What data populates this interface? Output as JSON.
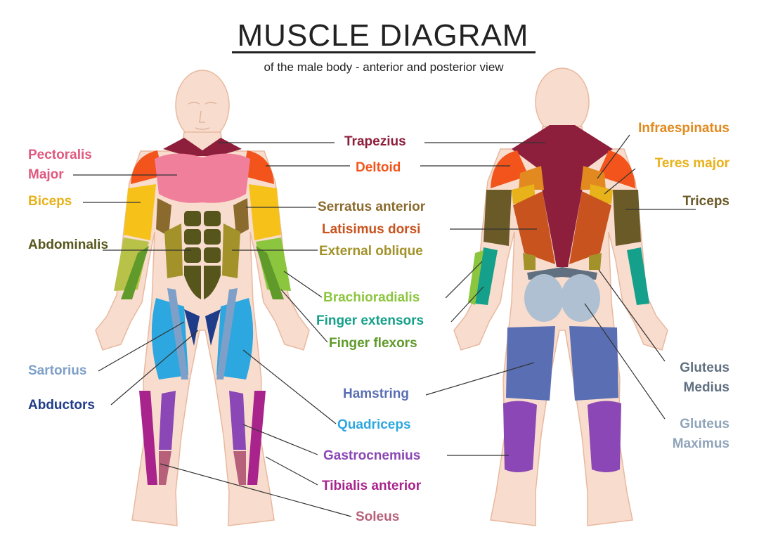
{
  "header": {
    "title": "MUSCLE DIAGRAM",
    "subtitle": "of the male body - anterior and posterior view"
  },
  "labels": {
    "trapezius": "Trapezius",
    "pectoralis_1": "Pectoralis",
    "pectoralis_2": "Major",
    "deltoid": "Deltoid",
    "biceps": "Biceps",
    "serratus": "Serratus anterior",
    "latissimus": "Latisimus dorsi",
    "abdominalis": "Abdominalis",
    "external_oblique": "External oblique",
    "brachioradialis": "Brachioradialis",
    "finger_extensors": "Finger extensors",
    "finger_flexors": "Finger flexors",
    "sartorius": "Sartorius",
    "abductors": "Abductors",
    "hamstring": "Hamstring",
    "quadriceps": "Quadriceps",
    "gastrocnemius": "Gastrocnemius",
    "tibialis": "Tibialis anterior",
    "soleus": "Soleus",
    "infraspinatus": "Infraespinatus",
    "teres_major": "Teres major",
    "triceps": "Triceps",
    "gluteus_medius_1": "Gluteus",
    "gluteus_medius_2": "Medius",
    "gluteus_maximus_1": "Gluteus",
    "gluteus_maximus_2": "Maximus"
  },
  "colors": {
    "skin": "#f8dccd",
    "skin_outline": "#e8b9a0",
    "trapezius": "#8e1f3c",
    "pectoralis": "#f07f9c",
    "deltoid": "#f2541b",
    "biceps": "#f6c21a",
    "serratus": "#8b6a2d",
    "latissimus": "#c9531e",
    "abdominalis": "#56561c",
    "external_oblique": "#a3922a",
    "brachioradialis": "#8cc63f",
    "finger_extensors": "#14a08a",
    "finger_flexors": "#5f9a2a",
    "sartorius": "#7ea0c8",
    "abductors": "#1f3c8a",
    "hamstring": "#5a6fb3",
    "quadriceps": "#2da7e0",
    "gastrocnemius": "#8a47b5",
    "tibialis": "#a8238c",
    "soleus": "#b7607a",
    "infraspinatus": "#e28a1f",
    "teres_major": "#e8b21a",
    "triceps": "#6a5a28",
    "gluteus_medius": "#607080",
    "gluteus_maximus": "#aec0d2",
    "line": "#333333"
  }
}
